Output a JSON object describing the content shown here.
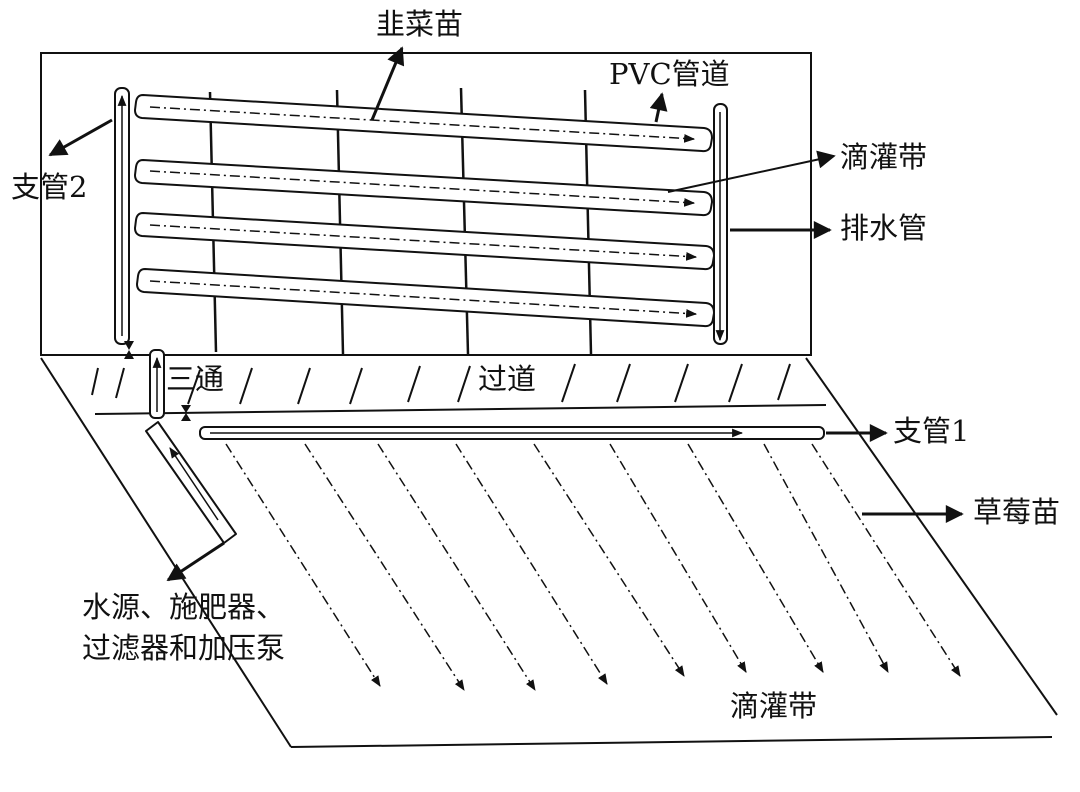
{
  "labels": {
    "chive_seedlings": "韭菜苗",
    "pvc_pipe": "PVC管道",
    "branch_pipe_2": "支管2",
    "drip_tape_top": "滴灌带",
    "drain_pipe": "排水管",
    "tee": "三通",
    "walkway": "过道",
    "branch_pipe_1": "支管1",
    "strawberry_seedlings": "草莓苗",
    "source_line1": "水源、施肥器、",
    "source_line2": "过滤器和加压泵",
    "drip_tape_bottom": "滴灌带"
  },
  "colors": {
    "ink": "#111111",
    "background": "#ffffff"
  }
}
